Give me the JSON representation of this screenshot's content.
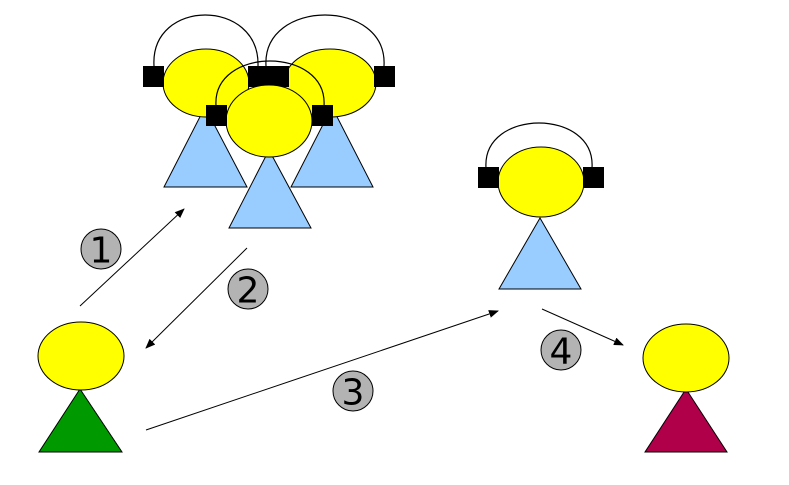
{
  "colors": {
    "head": "#ffff00",
    "body_blue": "#99ccff",
    "body_green": "#009900",
    "body_red": "#b0004a",
    "earpad": "#000000",
    "step_badge": "#b3b3b3"
  },
  "steps": [
    {
      "number": "1"
    },
    {
      "number": "2"
    },
    {
      "number": "3"
    },
    {
      "number": "4"
    }
  ]
}
